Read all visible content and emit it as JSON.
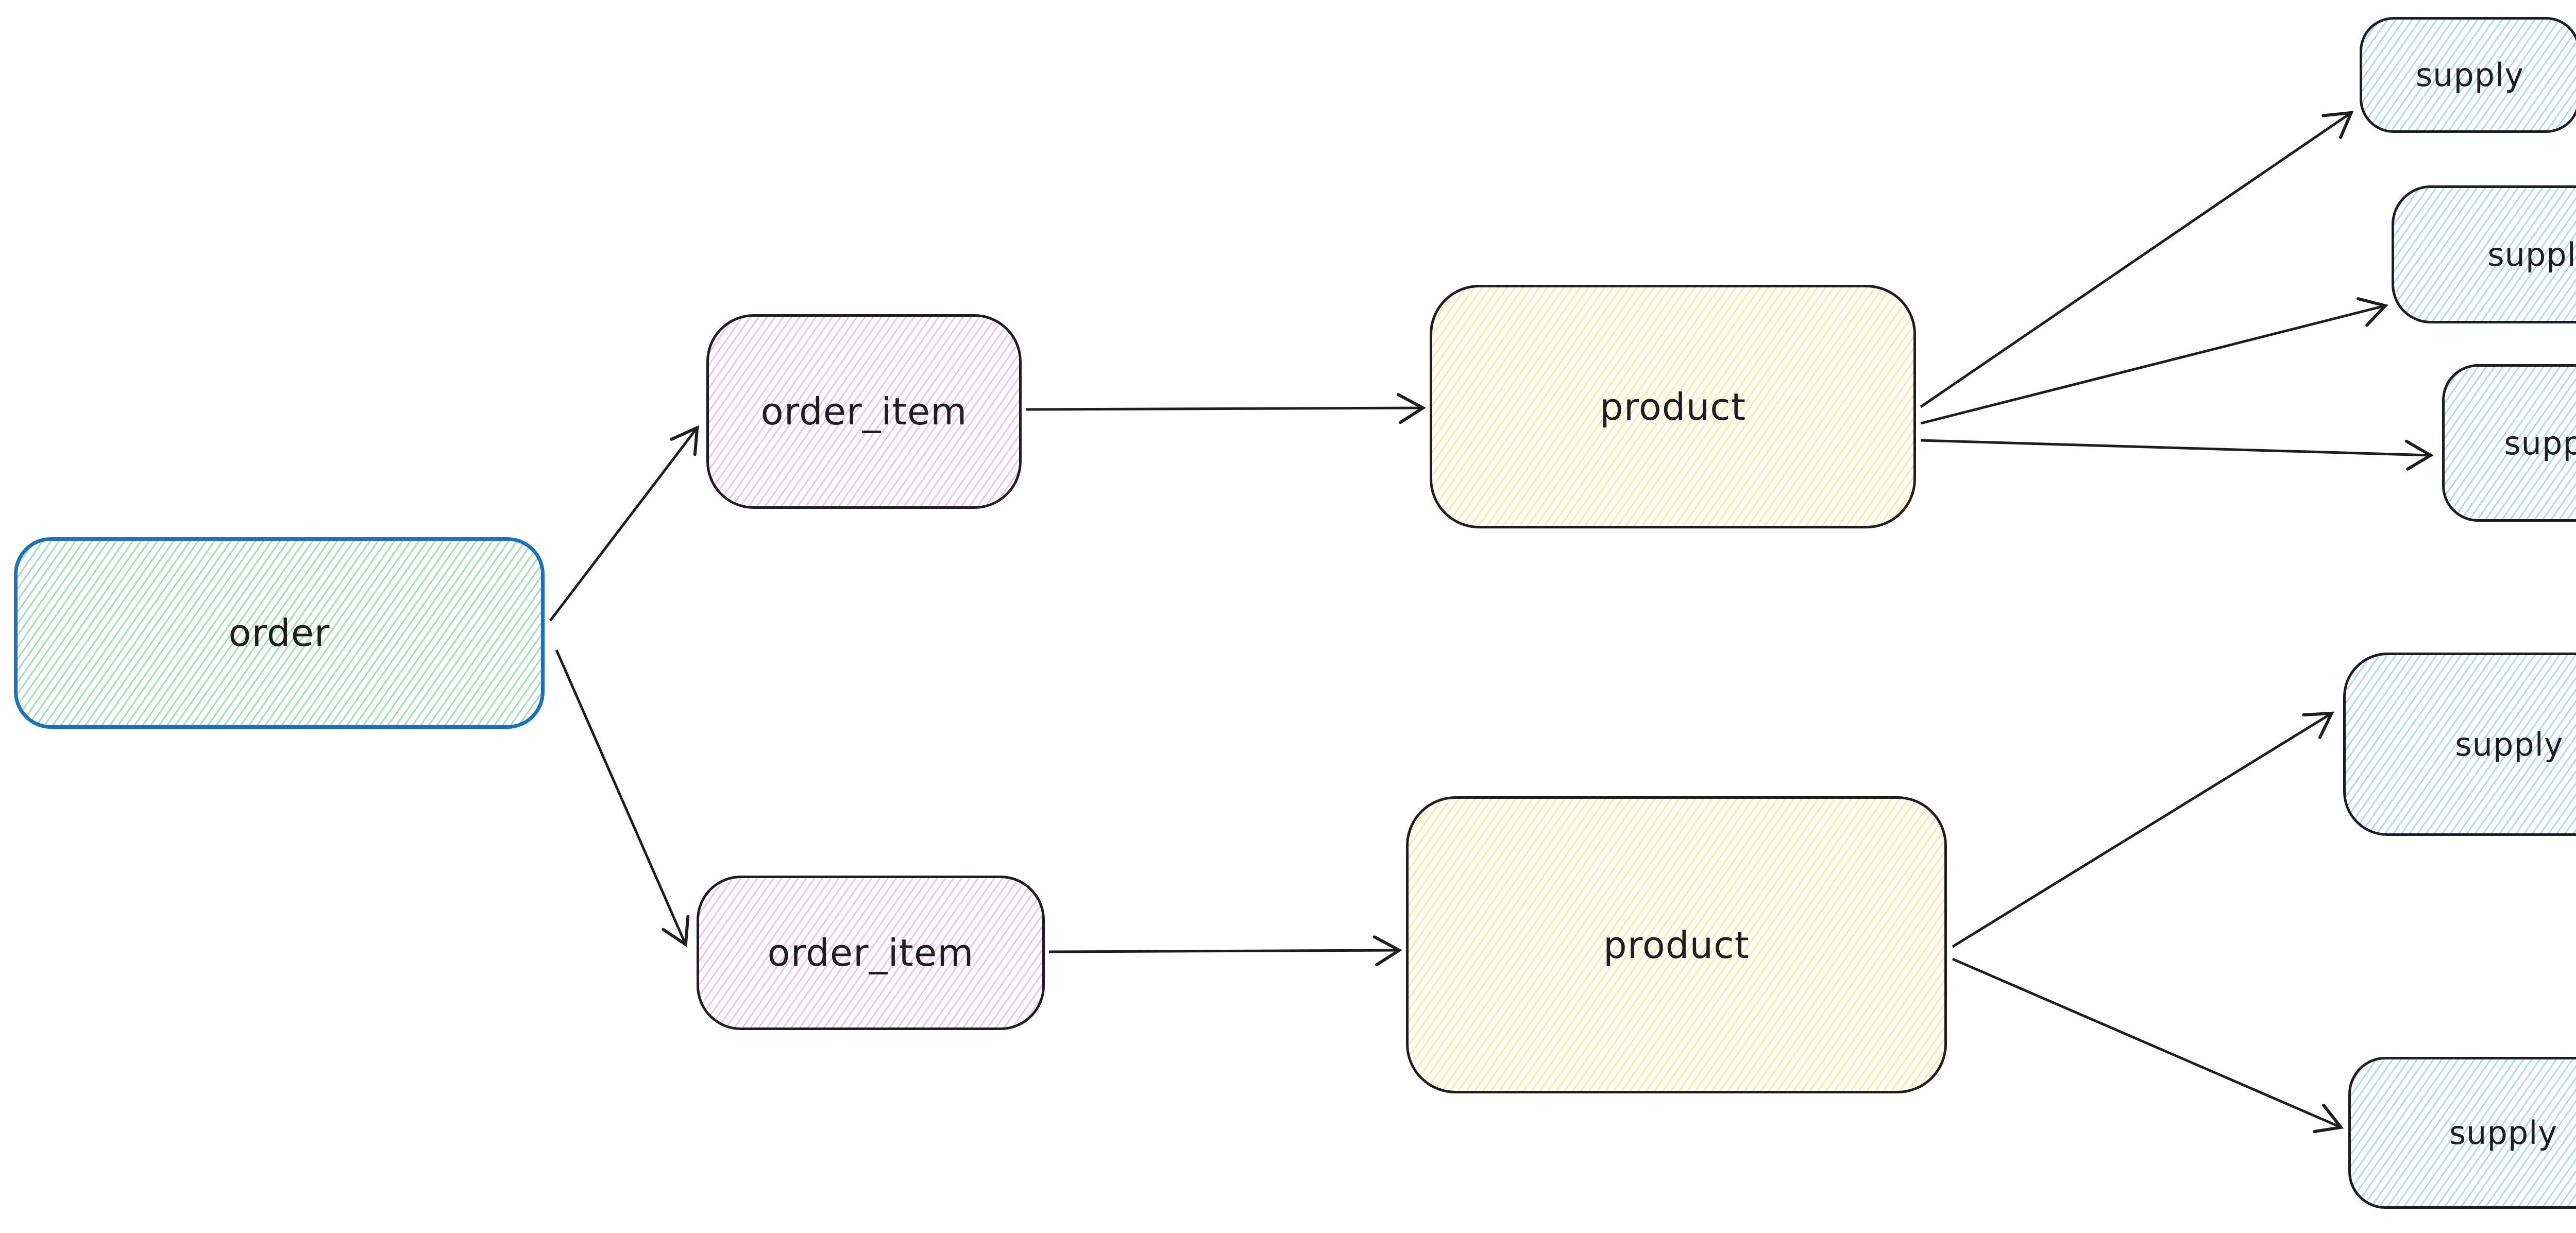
{
  "diagram": {
    "type": "entity-flow-diagram",
    "background_color": "#ffffff",
    "palette": {
      "canvas_background": "#ffffff",
      "stroke_dark": "#1e1e1e",
      "order_border_blue": "#1971c2",
      "green_hachure": "#50c878",
      "violet_hachure": "#da77f2",
      "yellow_hachure": "#ffd43b",
      "blue_hachure": "#4dabf7",
      "arrow_color": "#1e1e1e"
    },
    "nodes": [
      {
        "id": "order",
        "label": "order",
        "fill_style": "green-hachure",
        "border_color": "#1971c2"
      },
      {
        "id": "order_item_1",
        "label": "order_item",
        "fill_style": "violet-hachure",
        "border_color": "#1e1e1e"
      },
      {
        "id": "order_item_2",
        "label": "order_item",
        "fill_style": "violet-hachure",
        "border_color": "#1e1e1e"
      },
      {
        "id": "product_1",
        "label": "product",
        "fill_style": "yellow-hachure",
        "border_color": "#1e1e1e"
      },
      {
        "id": "product_2",
        "label": "product",
        "fill_style": "yellow-hachure",
        "border_color": "#1e1e1e"
      },
      {
        "id": "supply_1",
        "label": "supply",
        "fill_style": "blue-hachure",
        "border_color": "#1e1e1e"
      },
      {
        "id": "supply_2",
        "label": "supply",
        "fill_style": "blue-hachure",
        "border_color": "#1e1e1e"
      },
      {
        "id": "supply_3",
        "label": "supply",
        "fill_style": "blue-hachure",
        "border_color": "#1e1e1e"
      },
      {
        "id": "supply_4",
        "label": "supply",
        "fill_style": "blue-hachure",
        "border_color": "#1e1e1e"
      },
      {
        "id": "supply_5",
        "label": "supply",
        "fill_style": "blue-hachure",
        "border_color": "#1e1e1e"
      }
    ],
    "edges": [
      {
        "from": "order",
        "to": "order_item_1"
      },
      {
        "from": "order",
        "to": "order_item_2"
      },
      {
        "from": "order_item_1",
        "to": "product_1"
      },
      {
        "from": "order_item_2",
        "to": "product_2"
      },
      {
        "from": "product_1",
        "to": "supply_1"
      },
      {
        "from": "product_1",
        "to": "supply_2"
      },
      {
        "from": "product_1",
        "to": "supply_3"
      },
      {
        "from": "product_2",
        "to": "supply_4"
      },
      {
        "from": "product_2",
        "to": "supply_5"
      }
    ]
  }
}
